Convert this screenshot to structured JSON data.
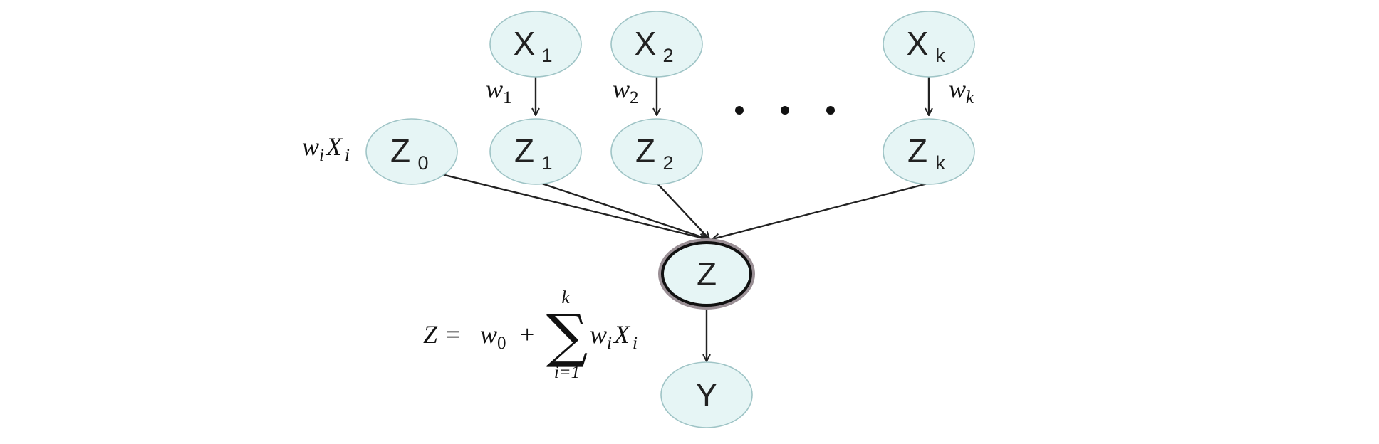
{
  "nodes": {
    "x1": {
      "main": "X",
      "sub": "1"
    },
    "x2": {
      "main": "X",
      "sub": "2"
    },
    "xk": {
      "main": "X",
      "sub": "k"
    },
    "z0": {
      "main": "Z",
      "sub": "0"
    },
    "z1": {
      "main": "Z",
      "sub": "1"
    },
    "z2": {
      "main": "Z",
      "sub": "2"
    },
    "zk": {
      "main": "Z",
      "sub": "k"
    },
    "z": {
      "main": "Z"
    },
    "y": {
      "main": "Y"
    }
  },
  "edge_labels": {
    "w1": {
      "main": "w",
      "sub": "1"
    },
    "w2": {
      "main": "w",
      "sub": "2"
    },
    "wk": {
      "main": "w",
      "sub": "k"
    },
    "z0_label": {
      "w": "w",
      "i1": "i",
      "x": "X",
      "i2": "i"
    }
  },
  "ellipsis": "• • •",
  "formula": {
    "lhs": "Z",
    "equals": "=",
    "w0_main": "w",
    "w0_sub": "0",
    "plus": "+",
    "sigma": "∑",
    "upper": "k",
    "lower": "i=1",
    "term_w": "w",
    "term_i1": "i",
    "term_x": "X",
    "term_i2": "i"
  }
}
